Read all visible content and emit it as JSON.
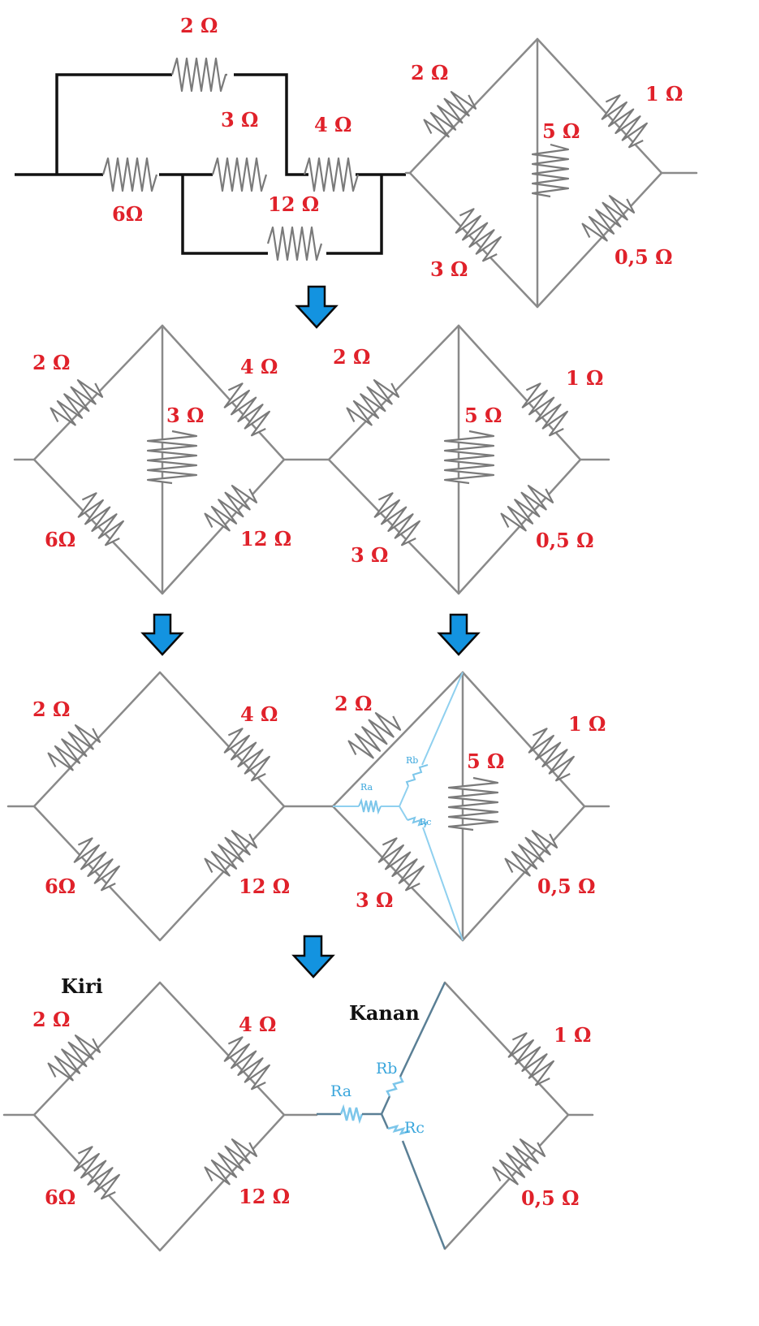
{
  "panels": {
    "p1": {
      "labels": [
        "2 Ω",
        "3 Ω",
        "4 Ω",
        "6Ω",
        "12 Ω",
        "2 Ω",
        "1 Ω",
        "5 Ω",
        "3 Ω",
        "0,5 Ω"
      ]
    },
    "p2": {
      "labels": [
        "2 Ω",
        "4 Ω",
        "3 Ω",
        "6Ω",
        "12 Ω",
        "2 Ω",
        "1 Ω",
        "5 Ω",
        "3 Ω",
        "0,5 Ω"
      ]
    },
    "p3": {
      "labels": [
        "2 Ω",
        "4 Ω",
        "6Ω",
        "12 Ω",
        "2 Ω",
        "1 Ω",
        "5 Ω",
        "3 Ω",
        "0,5 Ω"
      ],
      "small_labels": [
        "Ra",
        "Rb",
        "Rc"
      ]
    },
    "p4": {
      "labels": [
        "2 Ω",
        "4 Ω",
        "6Ω",
        "12 Ω",
        "1 Ω",
        "0,5 Ω"
      ],
      "side_labels": [
        "Kiri",
        "Kanan"
      ],
      "blue_labels": [
        "Ra",
        "Rb",
        "Rc"
      ]
    }
  },
  "colors": {
    "label": "#e0212a",
    "wire": "#8a8a8a",
    "arrow": "#1393e0",
    "delta_star": "#7cc6ea"
  },
  "icons": [
    "down-arrow-icon"
  ]
}
